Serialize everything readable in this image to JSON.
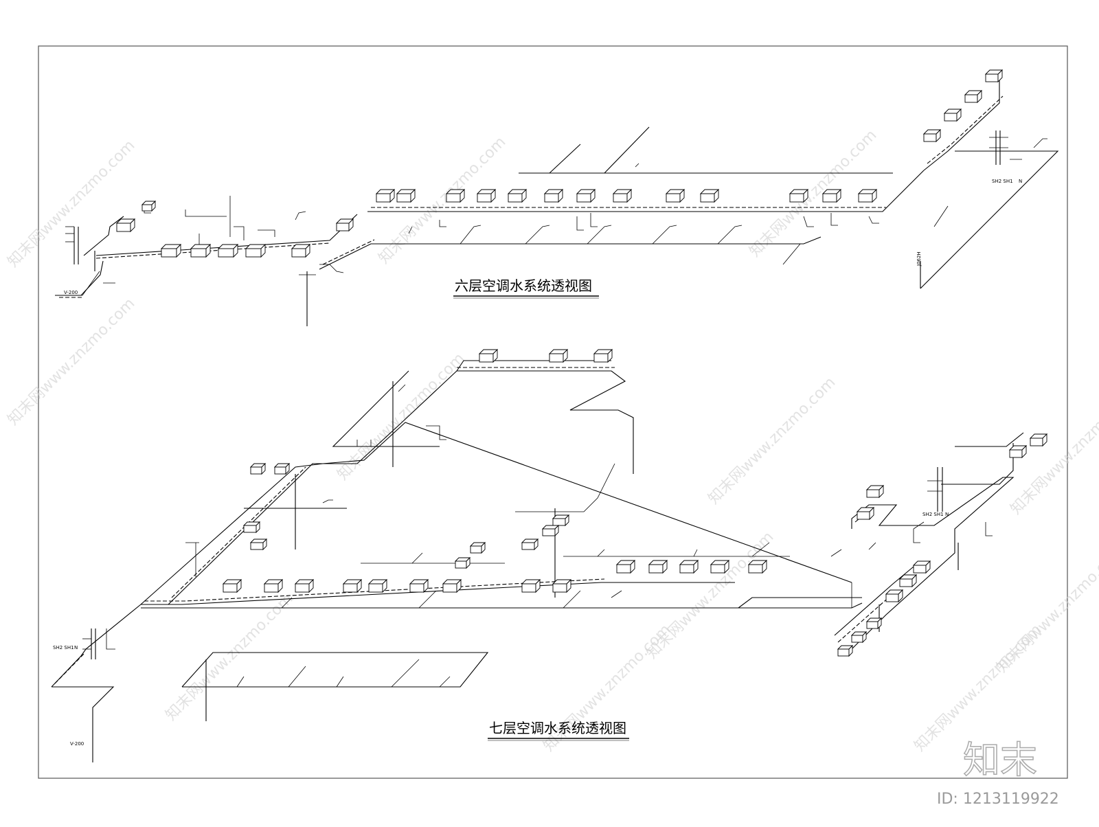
{
  "drawing": {
    "title_floor6": "六层空调水系统透视图",
    "title_floor7": "七层空调水系统透视图",
    "label_v200_a": "V-200",
    "label_v200_b": "V-200",
    "label_j062h": "J062H",
    "label_sh_top": "SH2 SH1",
    "label_sh_mid": "SH2 SH1",
    "label_sh_left": "SH2 SH1",
    "label_n_top": "N",
    "label_n_mid": "N",
    "label_n_left": "N"
  },
  "watermark": {
    "text": "知末网www.znzmo.com",
    "brand": "知末",
    "image_id": "ID: 1213119922"
  }
}
